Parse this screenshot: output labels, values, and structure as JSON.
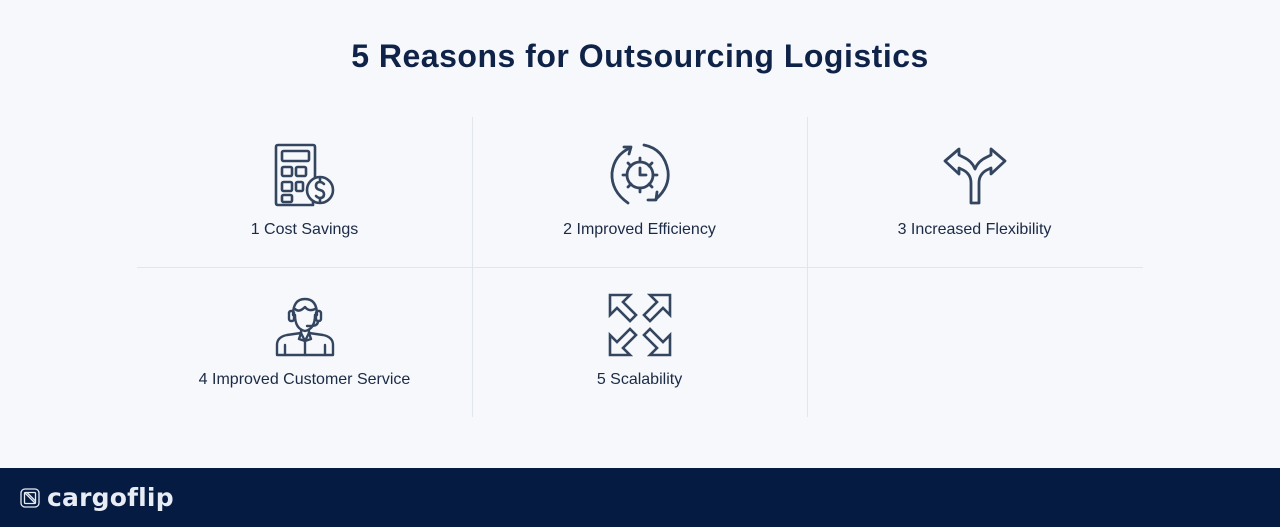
{
  "title": "5 Reasons for Outsourcing Logistics",
  "reasons": [
    {
      "number": "1",
      "label": "1 Cost Savings",
      "icon": "calculator-dollar-icon"
    },
    {
      "number": "2",
      "label": "2 Improved Efficiency",
      "icon": "cycle-gear-clock-icon"
    },
    {
      "number": "3",
      "label": "3 Increased Flexibility",
      "icon": "split-arrow-icon"
    },
    {
      "number": "4",
      "label": "4 Improved Customer Service",
      "icon": "customer-support-agent-icon"
    },
    {
      "number": "5",
      "label": "5 Scalability",
      "icon": "expand-arrows-icon"
    }
  ],
  "footer": {
    "brand": "cargoflip",
    "logo_icon": "cargoflip-logo-icon"
  },
  "colors": {
    "background": "#f6f8fb",
    "icon_stroke": "#34455f",
    "text": "#1b2a45",
    "title": "#0f2248",
    "divider": "#e1e5ec",
    "footer_bg": "#051b42",
    "footer_text": "#e8ecf4"
  }
}
